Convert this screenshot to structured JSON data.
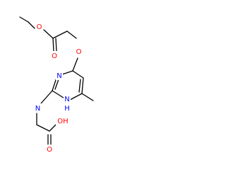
{
  "molecule": {
    "atoms": {
      "o1": "O",
      "o2": "O",
      "o3": "O",
      "n1": "N",
      "n2": "N",
      "nh": "N",
      "h_ring": "H",
      "oh": "OH",
      "o4": "O"
    },
    "colors": {
      "bond": "#000000",
      "oxygen": "#ff0000",
      "nitrogen": "#0000ff"
    }
  }
}
